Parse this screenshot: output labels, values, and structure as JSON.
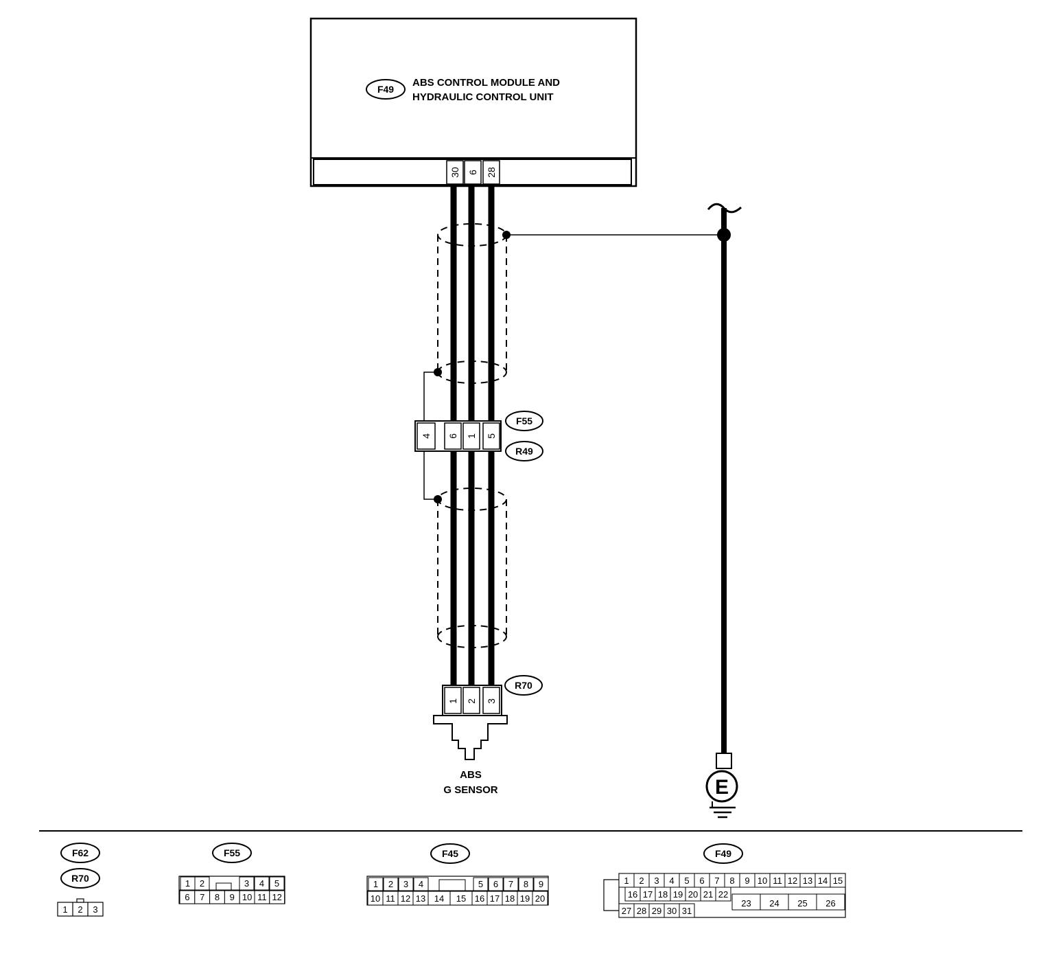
{
  "module": {
    "badge": "F49",
    "name_line1": "ABS CONTROL MODULE AND",
    "name_line2": "HYDRAULIC  CONTROL UNIT",
    "pins": [
      "30",
      "6",
      "28"
    ]
  },
  "junction": {
    "badge_top": "F55",
    "badge_bottom": "R49",
    "pins": [
      "4",
      "6",
      "1",
      "5"
    ]
  },
  "sensor": {
    "badge": "R70",
    "pins": [
      "1",
      "2",
      "3"
    ],
    "name_line1": "ABS",
    "name_line2": "G SENSOR"
  },
  "ground": {
    "symbol": "E"
  },
  "connectors": {
    "f62_r70": {
      "badge1": "F62",
      "badge2": "R70",
      "pins": [
        "1",
        "2",
        "3"
      ]
    },
    "f55": {
      "badge": "F55",
      "row1": [
        "1",
        "2",
        "3",
        "4",
        "5"
      ],
      "row2": [
        "6",
        "7",
        "8",
        "9",
        "10",
        "11",
        "12"
      ]
    },
    "f45": {
      "badge": "F45",
      "row1": [
        "1",
        "2",
        "3",
        "4",
        "5",
        "6",
        "7",
        "8",
        "9"
      ],
      "row2": [
        "10",
        "11",
        "12",
        "13",
        "14",
        "15",
        "16",
        "17",
        "18",
        "19",
        "20"
      ]
    },
    "f49": {
      "badge": "F49",
      "row1": [
        "1",
        "2",
        "3",
        "4",
        "5",
        "6",
        "7",
        "8",
        "9",
        "10",
        "11",
        "12",
        "13",
        "14",
        "15"
      ],
      "row2": [
        "16",
        "17",
        "18",
        "19",
        "20",
        "21",
        "22"
      ],
      "row2_big": [
        "23",
        "24",
        "25",
        "26"
      ],
      "row3": [
        "27",
        "28",
        "29",
        "30",
        "31"
      ]
    }
  }
}
